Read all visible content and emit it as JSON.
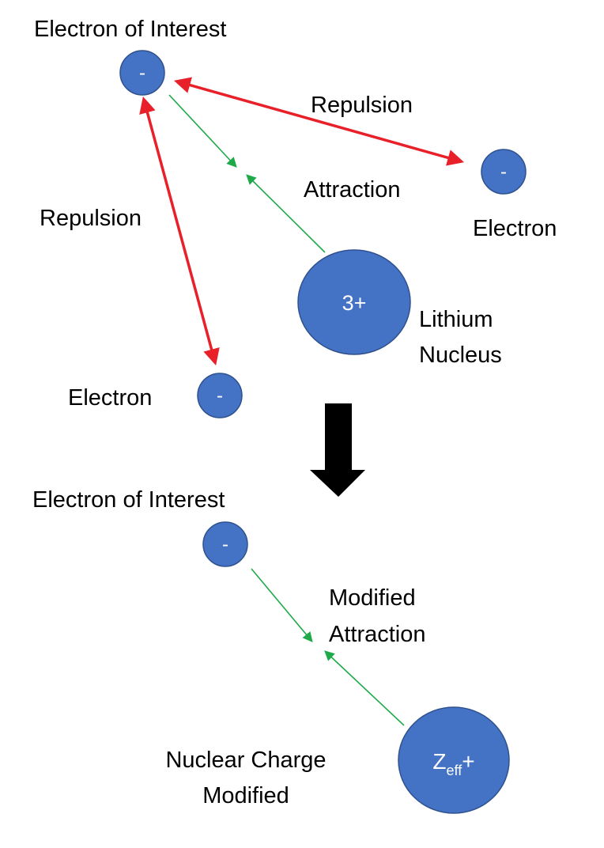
{
  "colors": {
    "particle_fill": "#4472C4",
    "particle_stroke": "#2F528F",
    "repulsion": "#E8202A",
    "attraction": "#1FAA4A",
    "arrow_black": "#000000",
    "text": "#000000",
    "particle_text": "#ffffff"
  },
  "top": {
    "electron_of_interest": {
      "label": "Electron of Interest",
      "charge": "-"
    },
    "electron_right": {
      "label": "Electron",
      "charge": "-"
    },
    "electron_bottom": {
      "label": "Electron",
      "charge": "-"
    },
    "nucleus": {
      "label_line1": "Lithium",
      "label_line2": "Nucleus",
      "charge": "3+"
    },
    "repulsion_right_label": "Repulsion",
    "repulsion_left_label": "Repulsion",
    "attraction_label": "Attraction"
  },
  "bottom": {
    "electron_of_interest": {
      "label": "Electron of Interest",
      "charge": "-"
    },
    "modified_attraction": {
      "line1": "Modified",
      "line2": "Attraction"
    },
    "nuclear_charge_modified": {
      "line1": "Nuclear Charge",
      "line2": "Modified"
    },
    "zeff": {
      "base": "Z",
      "subscript": "eff",
      "suffix": "+"
    }
  },
  "icons": {
    "transition_arrow": "down-arrow-icon"
  }
}
